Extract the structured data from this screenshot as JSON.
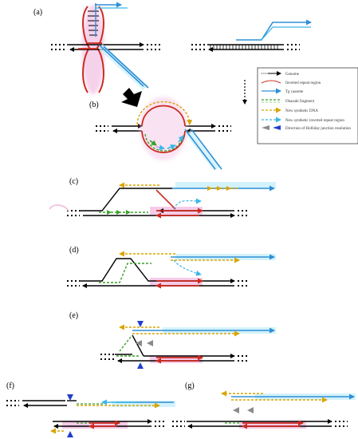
{
  "panels": {
    "a": "(a)",
    "b": "(b)",
    "c": "(c)",
    "d": "(d)",
    "e": "(e)",
    "f": "(f)",
    "g": "(g)"
  },
  "legend": {
    "items": [
      {
        "label": "Genome",
        "kind": "genome"
      },
      {
        "label": "Inverted repeat region",
        "kind": "inverted-repeat"
      },
      {
        "label": "Tg cassette",
        "kind": "tg-cassette"
      },
      {
        "label": "Okazaki fragment",
        "kind": "okazaki"
      },
      {
        "label": "New synthetic DNA",
        "kind": "new-dna"
      },
      {
        "label": "New synthetic inverted repeat region",
        "kind": "new-ir"
      },
      {
        "label": "Direction of Holliday junction resolution",
        "kind": "hj-direction"
      }
    ]
  },
  "colors": {
    "genome": "#000000",
    "inverted_repeat": "#cc2a1e",
    "tg_cassette": "#2e8fd6",
    "okazaki": "#3aa12a",
    "new_dna": "#d9a400",
    "new_ir": "#39b6e8",
    "hj_gray": "#8a8a8a",
    "hj_blue": "#1f3fcf",
    "pink_glow": "#f4c6e6",
    "cyan_glow": "#c9f0fb"
  }
}
